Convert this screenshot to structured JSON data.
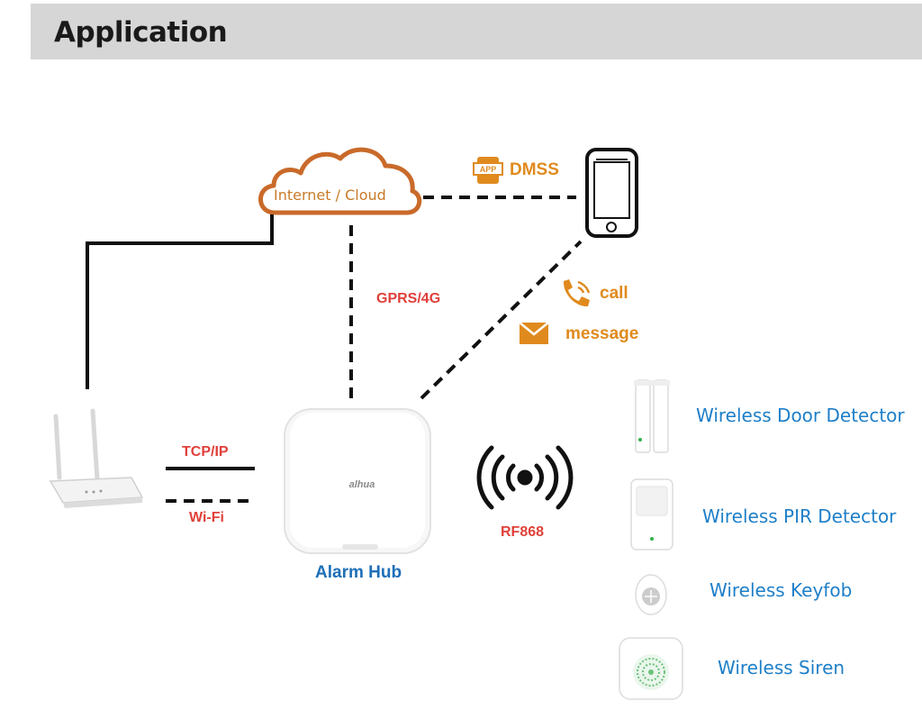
{
  "header": {
    "title": "Application"
  },
  "labels": {
    "cloud": "Internet / Cloud",
    "dmss": "DMSS",
    "app_badge": "APP",
    "gprs": "GPRS/4G",
    "call": "call",
    "message": "message",
    "tcpip": "TCP/IP",
    "wifi": "Wi-Fi",
    "rf": "RF868",
    "hub": "Alarm Hub",
    "hub_logo": "alhua"
  },
  "devices": [
    {
      "label": "Wireless Door Detector"
    },
    {
      "label": "Wireless PIR Detector"
    },
    {
      "label": "Wireless Keyfob"
    },
    {
      "label": "Wireless Siren"
    }
  ],
  "colors": {
    "orange": "#e08a1e",
    "red": "#e0403a",
    "blue": "#1e7fc8",
    "header_bg": "#d6d6d6"
  }
}
